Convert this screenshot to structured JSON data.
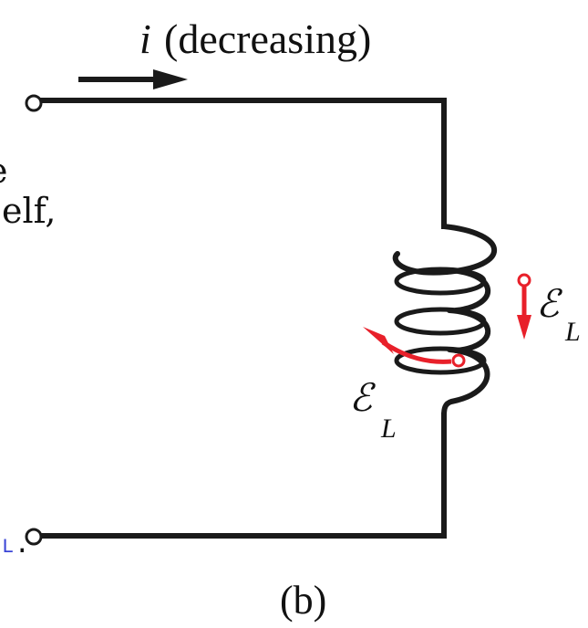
{
  "text_fragments": {
    "line1": "e",
    "line2": "elf,",
    "line3_symbol": "L",
    "line3_period": "."
  },
  "current_label": {
    "symbol": "i",
    "text": "(decreasing)"
  },
  "emf_symbol": "ℰ",
  "emf_subscript": "L",
  "caption": "(b)",
  "colors": {
    "wire": "#1a1a1a",
    "emf_arrow": "#e8202a",
    "text": "#111111",
    "link_text": "#3a45d6"
  }
}
